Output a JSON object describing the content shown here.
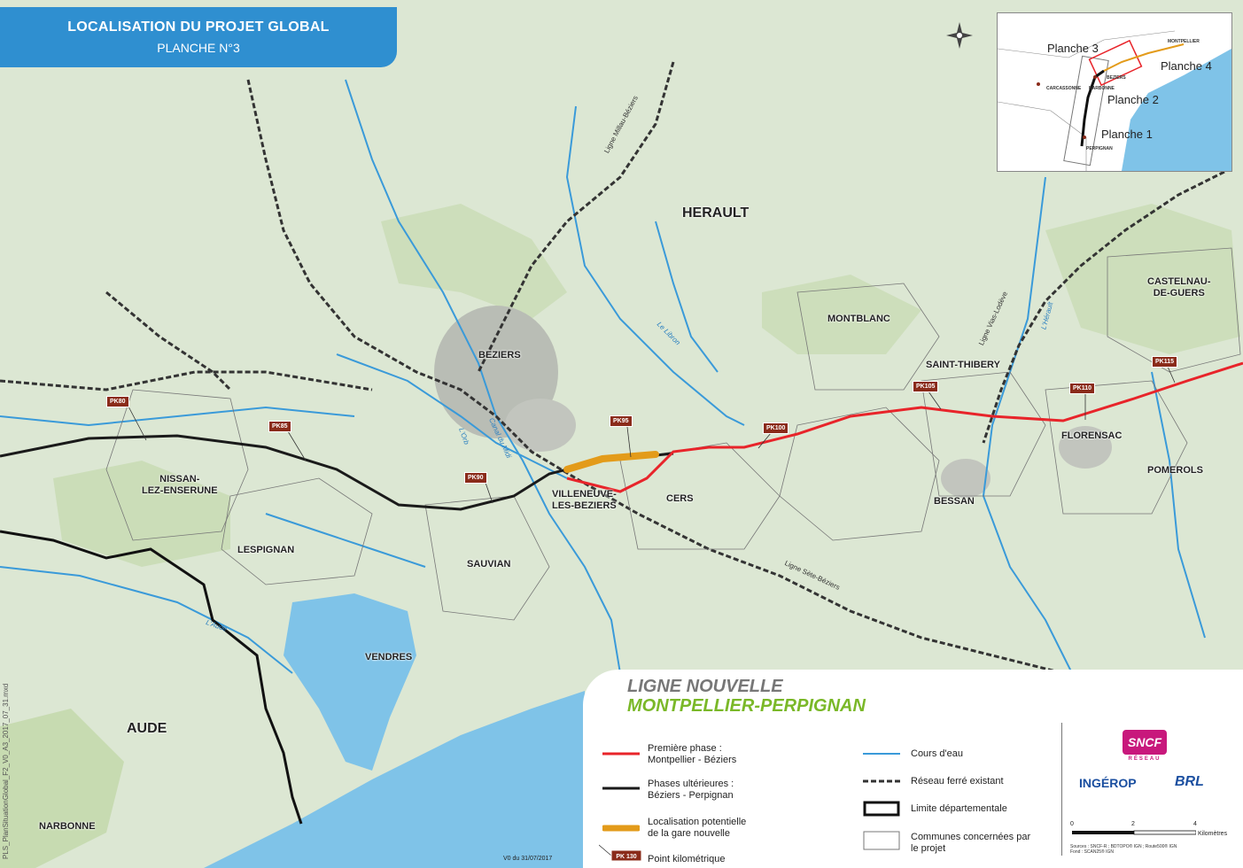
{
  "title": {
    "main": "LOCALISATION DU PROJET GLOBAL",
    "sub": "PLANCHE N°3"
  },
  "regions": {
    "herault": "HERAULT",
    "aude": "AUDE"
  },
  "towns": {
    "beziers": "BEZIERS",
    "nissan_1": "NISSAN-",
    "nissan_2": "LEZ-ENSERUNE",
    "lespignan": "LESPIGNAN",
    "vendres": "VENDRES",
    "villeneuve_1": "VILLENEUVE-",
    "villeneuve_2": "LES-BEZIERS",
    "cers": "CERS",
    "sauvian": "SAUVIAN",
    "montblanc": "MONTBLANC",
    "saint_thibery": "SAINT-THIBERY",
    "bessan": "BESSAN",
    "florensac": "FLORENSAC",
    "pomerols": "POMEROLS",
    "castelnau_1": "CASTELNAU-",
    "castelnau_2": "DE-GUERS",
    "narbonne": "NARBONNE"
  },
  "pk": {
    "pk80": "PK80",
    "pk85": "PK85",
    "pk90": "PK90",
    "pk95": "PK95",
    "pk100": "PK100",
    "pk105": "PK105",
    "pk110": "PK110",
    "pk115": "PK115"
  },
  "rivers": {
    "orb": "L'Orb",
    "canal": "Canal du Midi",
    "libron": "Le Libron",
    "aude": "L'Aude",
    "herault": "L'Hérault"
  },
  "rails": {
    "millau": "Ligne Millau-Béziers",
    "sete": "Ligne Sète-Béziers",
    "vias": "Ligne Vias-Lodève"
  },
  "inset": {
    "planche1": "Planche 1",
    "planche2": "Planche 2",
    "planche3": "Planche 3",
    "planche4": "Planche 4",
    "montpellier": "MONTPELLIER",
    "beziers": "BEZIERS",
    "narbonne": "NARBONNE",
    "carcassonne": "CARCASSONNE",
    "perpignan": "PERPIGNAN"
  },
  "legend": {
    "title1": "LIGNE NOUVELLE",
    "title2": "MONTPELLIER-PERPIGNAN",
    "phase1_1": "Première phase :",
    "phase1_2": "Montpellier - Béziers",
    "phase2_1": "Phases ultérieures :",
    "phase2_2": "Béziers - Perpignan",
    "gare_1": "Localisation potentielle",
    "gare_2": "de la gare nouvelle",
    "pk_sym": "PK 130",
    "pk_label": "Point kilométrique",
    "cours": "Cours d'eau",
    "reseau": "Réseau ferré existant",
    "limite": "Limite départementale",
    "communes_1": "Communes concernées par",
    "communes_2": "le projet",
    "sncf": "SNCF",
    "sncf_sub": "RÉSEAU",
    "ingerop": "INGÉROP",
    "brl": "BRL",
    "scale_0": "0",
    "scale_2": "2",
    "scale_4": "4",
    "scale_unit": "Kilomètres",
    "sources_1": "Sources : SNCF-R ; BDTOPO® IGN ; Route500® IGN",
    "sources_2": "Fond : SCAN25® IGN"
  },
  "version": "V0 du 31/07/2017",
  "side_text": "PLS_PlanSituationGlobal_F2_V0_A3_2017_07_31.mxd",
  "colors": {
    "phase1": "#e8242a",
    "phase2": "#1a1a1a",
    "gare": "#e39b1a",
    "river": "#3a9ad9",
    "sea": "#7fc3e8",
    "title": "#2f8fd0"
  }
}
